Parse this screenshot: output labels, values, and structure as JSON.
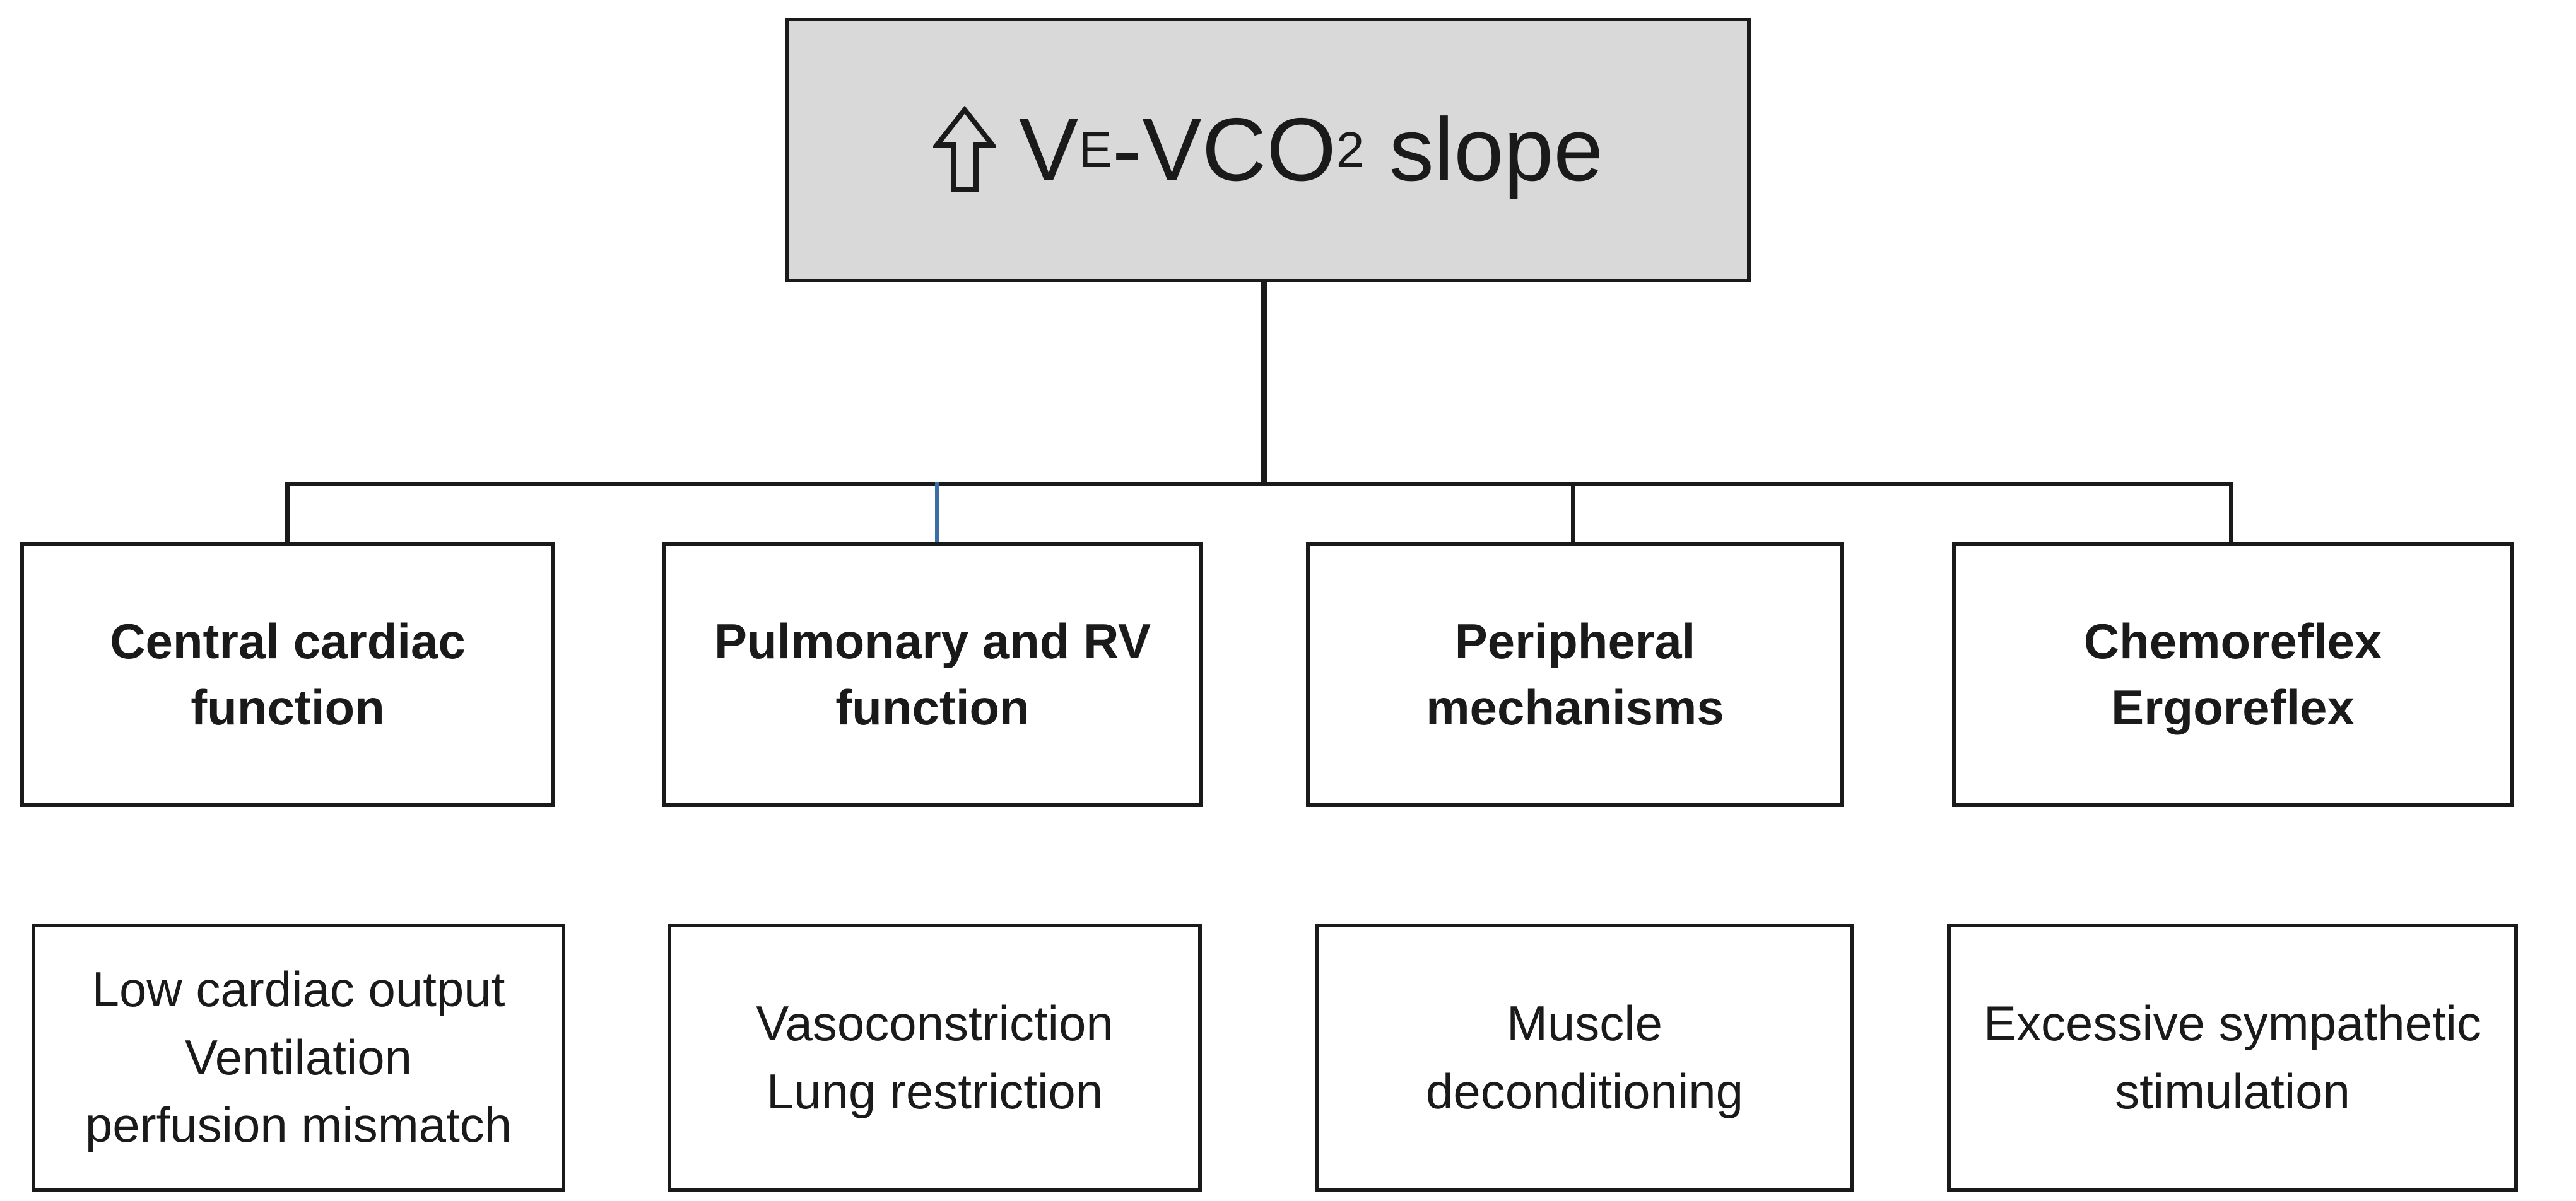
{
  "root": {
    "title_main": "V",
    "title_sub1": "E",
    "title_mid": "-VCO",
    "title_sub2": "2",
    "title_end": " slope",
    "arrow_icon": "up-arrow-outline-icon",
    "fill_color": "#d9d9d9"
  },
  "categories": [
    {
      "line1": "Central cardiac",
      "line2": "function"
    },
    {
      "line1": "Pulmonary and RV",
      "line2": "function"
    },
    {
      "line1": "Peripheral",
      "line2": "mechanisms"
    },
    {
      "line1": "Chemoreflex",
      "line2": "Ergoreflex"
    }
  ],
  "details": [
    {
      "line1": "Low cardiac output",
      "line2": "Ventilation",
      "line3": "perfusion mismatch"
    },
    {
      "line1": "Vasoconstriction",
      "line2": "Lung restriction"
    },
    {
      "line1": "Muscle",
      "line2": "deconditioning"
    },
    {
      "line1": "Excessive sympathetic",
      "line2": "stimulation"
    }
  ]
}
